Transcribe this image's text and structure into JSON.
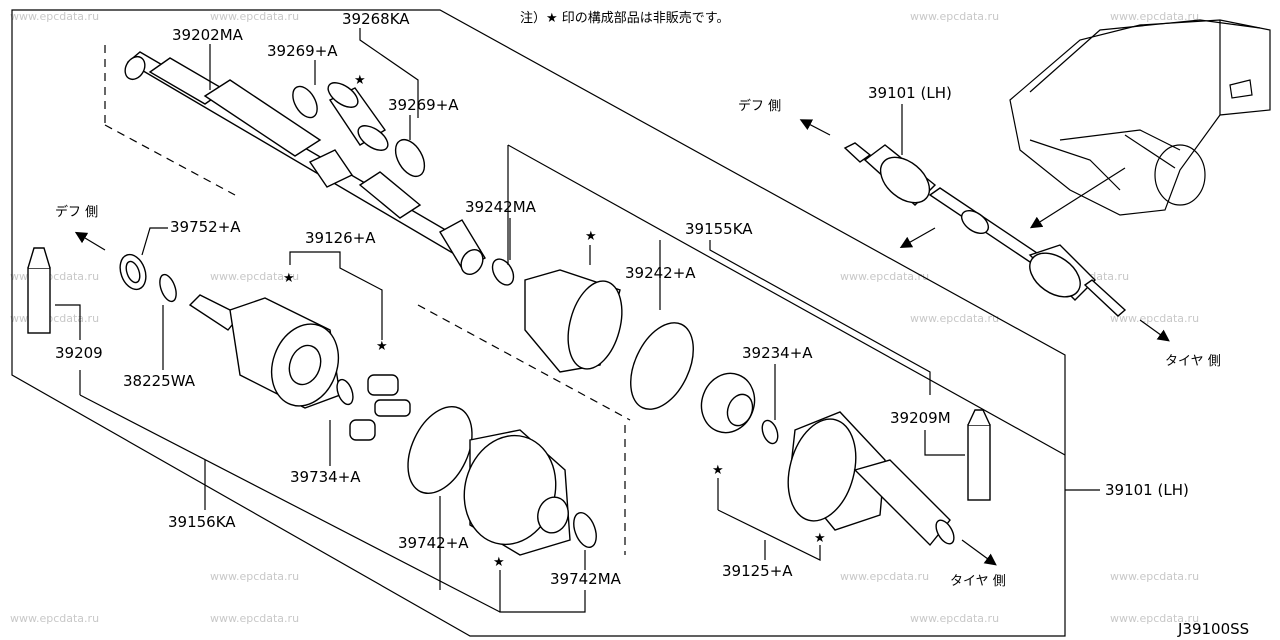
{
  "notice": "注）★ 印の構成部品は非販売です。",
  "diagram_code": "J39100SS",
  "watermark": "www.epcdata.ru",
  "directions": {
    "diff_left": "デフ 側",
    "diff_right": "デフ 側",
    "tire_bottom": "タイヤ 側",
    "tire_right": "タイヤ 側"
  },
  "parts": {
    "p39202MA": "39202MA",
    "p39268KA": "39268KA",
    "p39269A_left": "39269+A",
    "p39269A_right": "39269+A",
    "p39101LH_top": "39101 (LH)",
    "p39101LH_right": "39101 (LH)",
    "p39242MA": "39242MA",
    "p39155KA": "39155KA",
    "p39242A": "39242+A",
    "p39752A": "39752+A",
    "p39126A": "39126+A",
    "p39209": "39209",
    "p38225WA": "38225WA",
    "p39234A": "39234+A",
    "p39209M": "39209M",
    "p39734A": "39734+A",
    "p39156KA": "39156KA",
    "p39742A": "39742+A",
    "p39742MA": "39742MA",
    "p39125A": "39125+A"
  },
  "star_symbol": "★"
}
